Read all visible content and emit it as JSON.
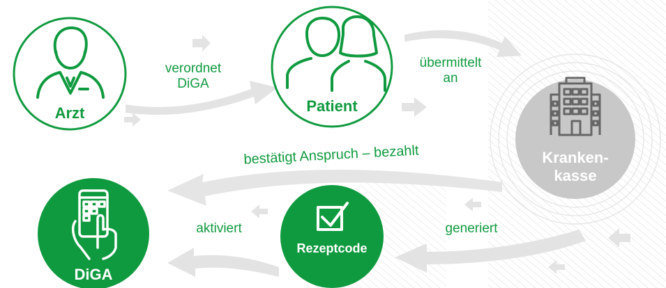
{
  "nodes": {
    "arzt": {
      "label": "Arzt",
      "icon": "doctor-icon"
    },
    "patient": {
      "label": "Patient",
      "icon": "patients-icon"
    },
    "krankenkasse": {
      "label_line1": "Kranken-",
      "label_line2": "kasse",
      "icon": "building-icon"
    },
    "rezeptcode": {
      "label": "Rezeptcode",
      "icon": "checkbox-icon"
    },
    "diga": {
      "label": "DiGA",
      "icon": "smartphone-hand-icon"
    }
  },
  "edges": {
    "verordnet_line1": "verordnet",
    "verordnet_line2": "DiGA",
    "uebermittelt_line1": "übermittelt",
    "uebermittelt_line2": "an",
    "bestaetigt": "bestätigt Anspruch – bezahlt",
    "generiert": "generiert",
    "aktiviert": "aktiviert"
  },
  "colors": {
    "green": "#109a3f",
    "grey_node": "#c8c8c8",
    "arrow_grey": "#e3e3e3"
  }
}
